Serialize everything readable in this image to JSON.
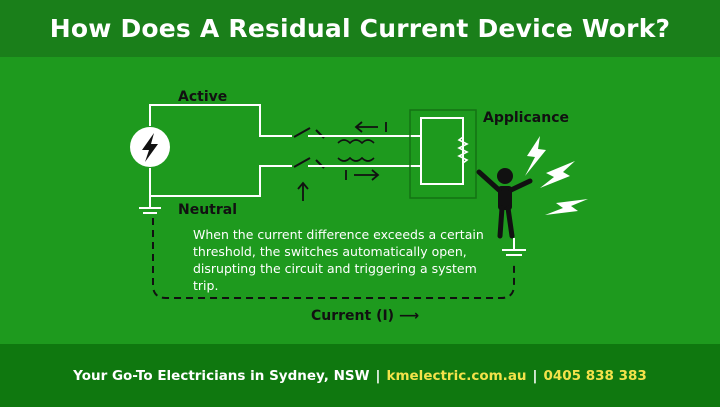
{
  "title": "How Does A Residual Current Device Work?",
  "labels": {
    "active": "Active",
    "neutral": "Neutral",
    "appliance": "Applicance",
    "current": "Current (I) ⟶"
  },
  "description": "When the current difference exceeds a certain threshold, the switches automatically open, disrupting the circuit and triggering a system trip.",
  "footer": {
    "company": "Your Go-To Electricians in Sydney, NSW",
    "separator": "|",
    "website": "kmelectric.com.au",
    "phone": "0405 838 383"
  },
  "icons": {
    "source": "lightning-bolt-icon",
    "person": "person-icon",
    "sparks": "spark-icon"
  },
  "colors": {
    "background": "#1e9a1e",
    "header": "#1a7f1a",
    "footer": "#0f780f",
    "accent": "#f3e24a",
    "line": "#ffffff",
    "dark": "#111111"
  }
}
